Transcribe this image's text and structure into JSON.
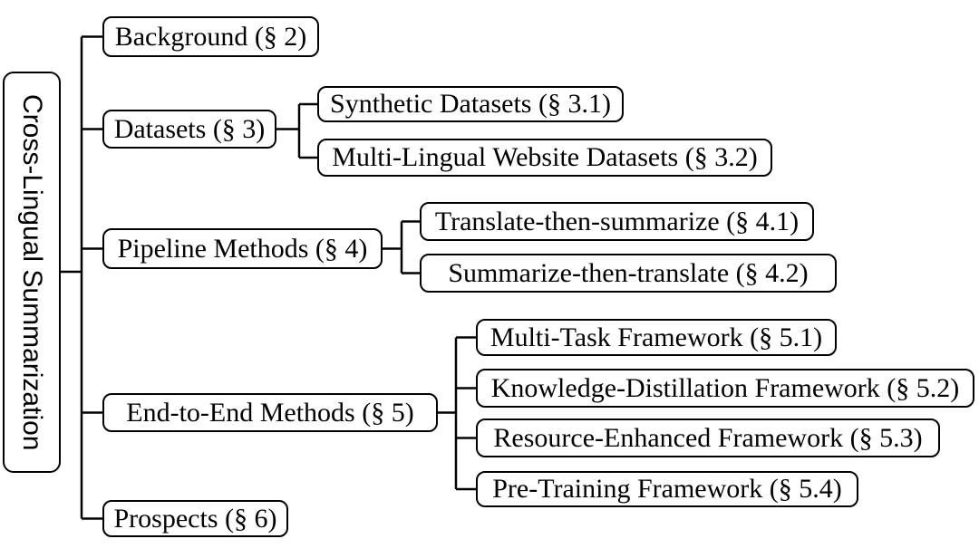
{
  "figure": {
    "root": {
      "label": "Cross-Lingual Summarization"
    },
    "sections": [
      {
        "label": "Background (§ 2)",
        "children": []
      },
      {
        "label": "Datasets (§ 3)",
        "children": [
          {
            "label": "Synthetic Datasets (§ 3.1)"
          },
          {
            "label": "Multi-Lingual Website Datasets (§ 3.2)"
          }
        ]
      },
      {
        "label": "Pipeline Methods (§ 4)",
        "children": [
          {
            "label": "Translate-then-summarize (§ 4.1)"
          },
          {
            "label": "Summarize-then-translate (§ 4.2)"
          }
        ]
      },
      {
        "label": "End-to-End Methods (§ 5)",
        "children": [
          {
            "label": "Multi-Task Framework (§ 5.1)"
          },
          {
            "label": "Knowledge-Distillation Framework (§ 5.2)"
          },
          {
            "label": "Resource-Enhanced Framework (§ 5.3)"
          },
          {
            "label": "Pre-Training Framework (§ 5.4)"
          }
        ]
      },
      {
        "label": "Prospects (§ 6)",
        "children": []
      }
    ],
    "colors": {
      "line": "#000000",
      "box_border": "#000000",
      "box_fill": "#ffffff",
      "text": "#000000",
      "background": "#ffffff"
    }
  }
}
